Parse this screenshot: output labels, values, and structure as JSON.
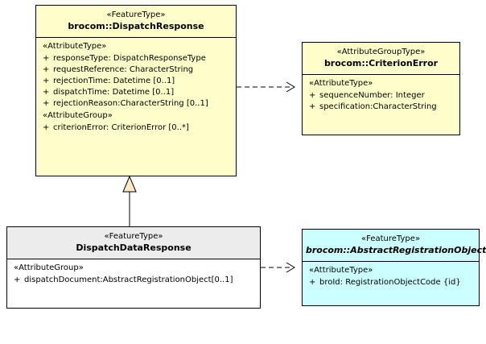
{
  "diagram": {
    "type": "uml-class-diagram",
    "background": "#ffffff",
    "colors": {
      "yellow_fill": "#ffffcc",
      "cyan_fill": "#ccffff",
      "gray_header": "#ececec",
      "white_fill": "#ffffff",
      "border": "#000000"
    },
    "classes": [
      {
        "id": "dispatch-response",
        "stereotype": "«FeatureType»",
        "name": "brocom::DispatchResponse",
        "italic_name": false,
        "fill": "#ffffcc",
        "sections": [
          {
            "label": "«AttributeType»",
            "attributes": [
              {
                "visibility": "+",
                "text": "responseType: DispatchResponseType"
              },
              {
                "visibility": "+",
                "text": "requestReference: CharacterString"
              },
              {
                "visibility": "+",
                "text": "rejectionTime: Datetime [0..1]"
              },
              {
                "visibility": "+",
                "text": "dispatchTime: Datetime [0..1]"
              },
              {
                "visibility": "+",
                "text": "rejectionReason:CharacterString [0..1]"
              }
            ]
          },
          {
            "label": "«AttributeGroup»",
            "attributes": [
              {
                "visibility": "+",
                "text": "criterionError: CriterionError [0..*]"
              }
            ]
          }
        ]
      },
      {
        "id": "criterion-error",
        "stereotype": "«AttributeGroupType»",
        "name": "brocom::CriterionError",
        "italic_name": false,
        "fill": "#ffffcc",
        "sections": [
          {
            "label": "«AttributeType»",
            "attributes": [
              {
                "visibility": "+",
                "text": "sequenceNumber: Integer"
              },
              {
                "visibility": "+",
                "text": "specification:CharacterString"
              }
            ]
          }
        ]
      },
      {
        "id": "dispatch-data-response",
        "stereotype": "«FeatureType»",
        "name": "DispatchDataResponse",
        "italic_name": false,
        "fill": "#ffffff",
        "header_fill": "#ececec",
        "sections": [
          {
            "label": "«AttributeGroup»",
            "attributes": [
              {
                "visibility": "+",
                "text": "dispatchDocument:AbstractRegistrationObject[0..1]"
              }
            ]
          }
        ]
      },
      {
        "id": "abstract-registration-object",
        "stereotype": "«FeatureType»",
        "name": "brocom::AbstractRegistrationObject",
        "italic_name": true,
        "fill": "#ccffff",
        "sections": [
          {
            "label": "«AttributeType»",
            "attributes": [
              {
                "visibility": "+",
                "text": "broId: RegistrationObjectCode {id}"
              }
            ]
          }
        ]
      }
    ],
    "connectors": [
      {
        "id": "dep-dispatchresponse-criterionerror",
        "kind": "dependency-dashed-open-arrow",
        "from": "dispatch-response",
        "to": "criterion-error"
      },
      {
        "id": "gen-dispatchdataresponse-dispatchresponse",
        "kind": "generalization-hollow-triangle",
        "from": "dispatch-data-response",
        "to": "dispatch-response"
      },
      {
        "id": "dep-dispatchdataresponse-abstractregistrationobject",
        "kind": "dependency-dashed-open-arrow",
        "from": "dispatch-data-response",
        "to": "abstract-registration-object"
      }
    ]
  }
}
